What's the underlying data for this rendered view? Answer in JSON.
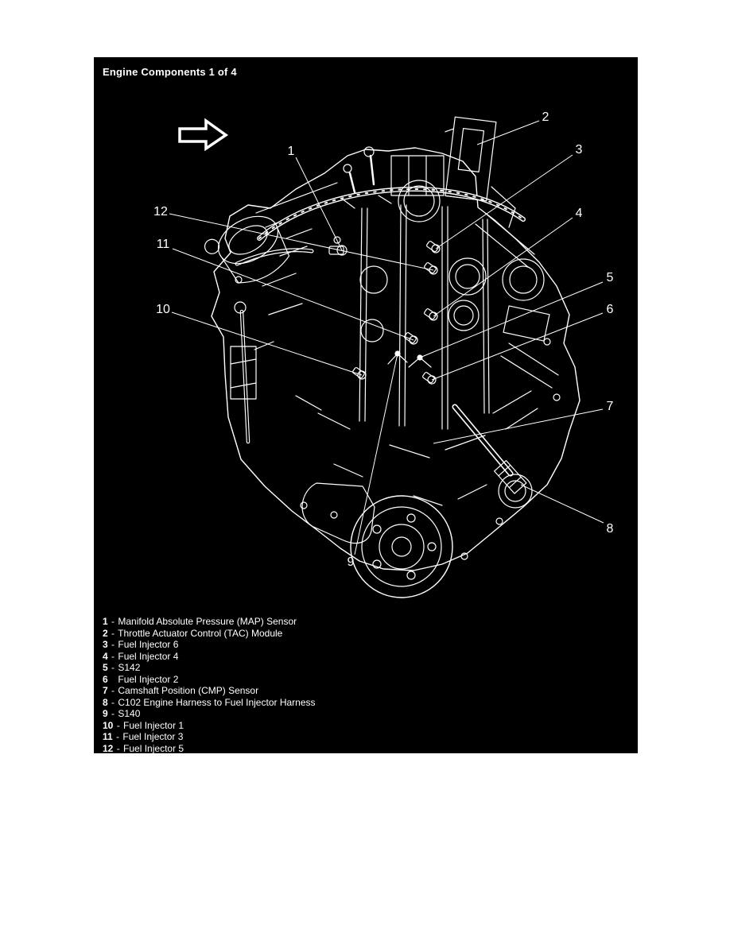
{
  "panel": {
    "title": "Engine Components 1 of 4",
    "background": "#000000",
    "page_background": "#ffffff",
    "line_color": "#ffffff"
  },
  "icons": {
    "direction_arrow": "➡"
  },
  "callouts": [
    {
      "num": "1"
    },
    {
      "num": "2"
    },
    {
      "num": "3"
    },
    {
      "num": "4"
    },
    {
      "num": "5"
    },
    {
      "num": "6"
    },
    {
      "num": "7"
    },
    {
      "num": "8"
    },
    {
      "num": "9"
    },
    {
      "num": "10"
    },
    {
      "num": "11"
    },
    {
      "num": "12"
    }
  ],
  "legend": {
    "items": [
      {
        "num": "1",
        "sep": "-",
        "label": "Manifold Absolute Pressure (MAP) Sensor"
      },
      {
        "num": "2",
        "sep": "-",
        "label": "Throttle Actuator Control (TAC) Module"
      },
      {
        "num": "3",
        "sep": "-",
        "label": "Fuel Injector 6"
      },
      {
        "num": "4",
        "sep": "-",
        "label": "Fuel Injector 4"
      },
      {
        "num": "5",
        "sep": "-",
        "label": "S142"
      },
      {
        "num": "6",
        "sep": "",
        "label": "Fuel Injector 2"
      },
      {
        "num": "7",
        "sep": "-",
        "label": "Camshaft Position (CMP) Sensor"
      },
      {
        "num": "8",
        "sep": "-",
        "label": "C102 Engine Harness to Fuel Injector Harness"
      },
      {
        "num": "9",
        "sep": "-",
        "label": "S140"
      },
      {
        "num": "10",
        "sep": "-",
        "label": "Fuel Injector 1"
      },
      {
        "num": "11",
        "sep": "-",
        "label": "Fuel Injector 3"
      },
      {
        "num": "12",
        "sep": "-",
        "label": "Fuel Injector 5"
      }
    ]
  }
}
